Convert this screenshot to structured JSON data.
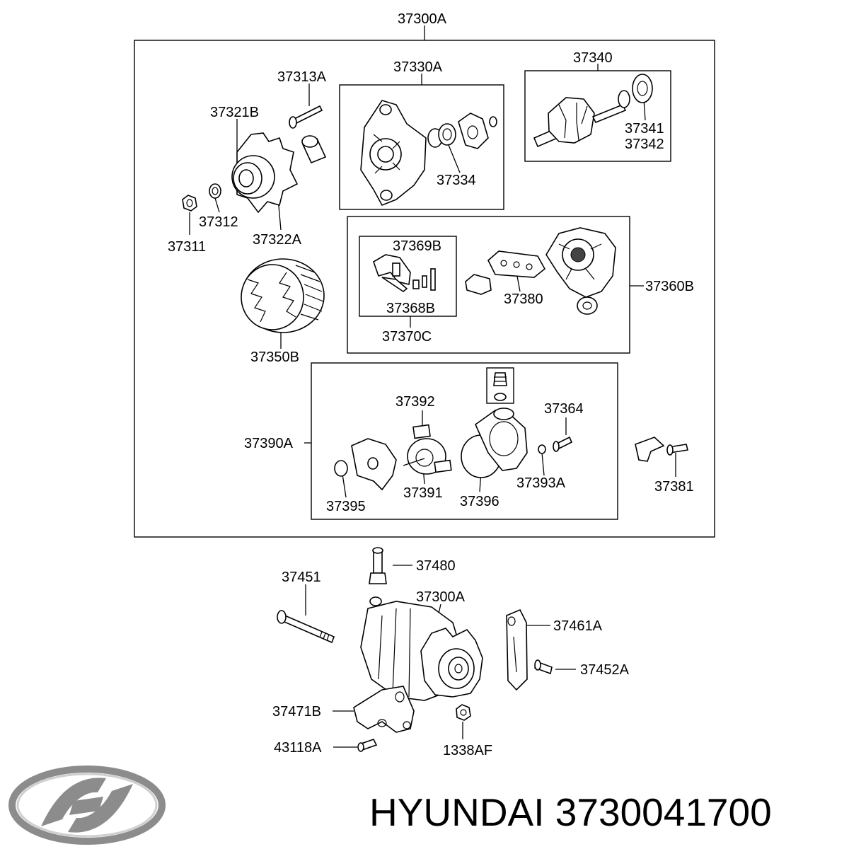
{
  "labels": {
    "l37300a_top": "37300A",
    "l37313a": "37313A",
    "l37321b": "37321B",
    "l37312": "37312",
    "l37311": "37311",
    "l37322a": "37322A",
    "l37330a": "37330A",
    "l37334": "37334",
    "l37340": "37340",
    "l37341": "37341",
    "l37342": "37342",
    "l37369b": "37369B",
    "l37368b": "37368B",
    "l37370c": "37370C",
    "l37380": "37380",
    "l37360b": "37360B",
    "l37350b": "37350B",
    "l37390a": "37390A",
    "l37392": "37392",
    "l37391": "37391",
    "l37395": "37395",
    "l37396": "37396",
    "l37364": "37364",
    "l37393a": "37393A",
    "l37381": "37381",
    "l37480": "37480",
    "l37451": "37451",
    "l37300a_bottom": "37300A",
    "l37461a": "37461A",
    "l37452a": "37452A",
    "l37471b": "37471B",
    "l43118a": "43118A",
    "l1338af": "1338AF"
  },
  "footer": {
    "brand_part": "HYUNDAI 3730041700"
  },
  "logo": {
    "icon": "hyundai-logo-icon",
    "color": "#8c8c8c"
  }
}
